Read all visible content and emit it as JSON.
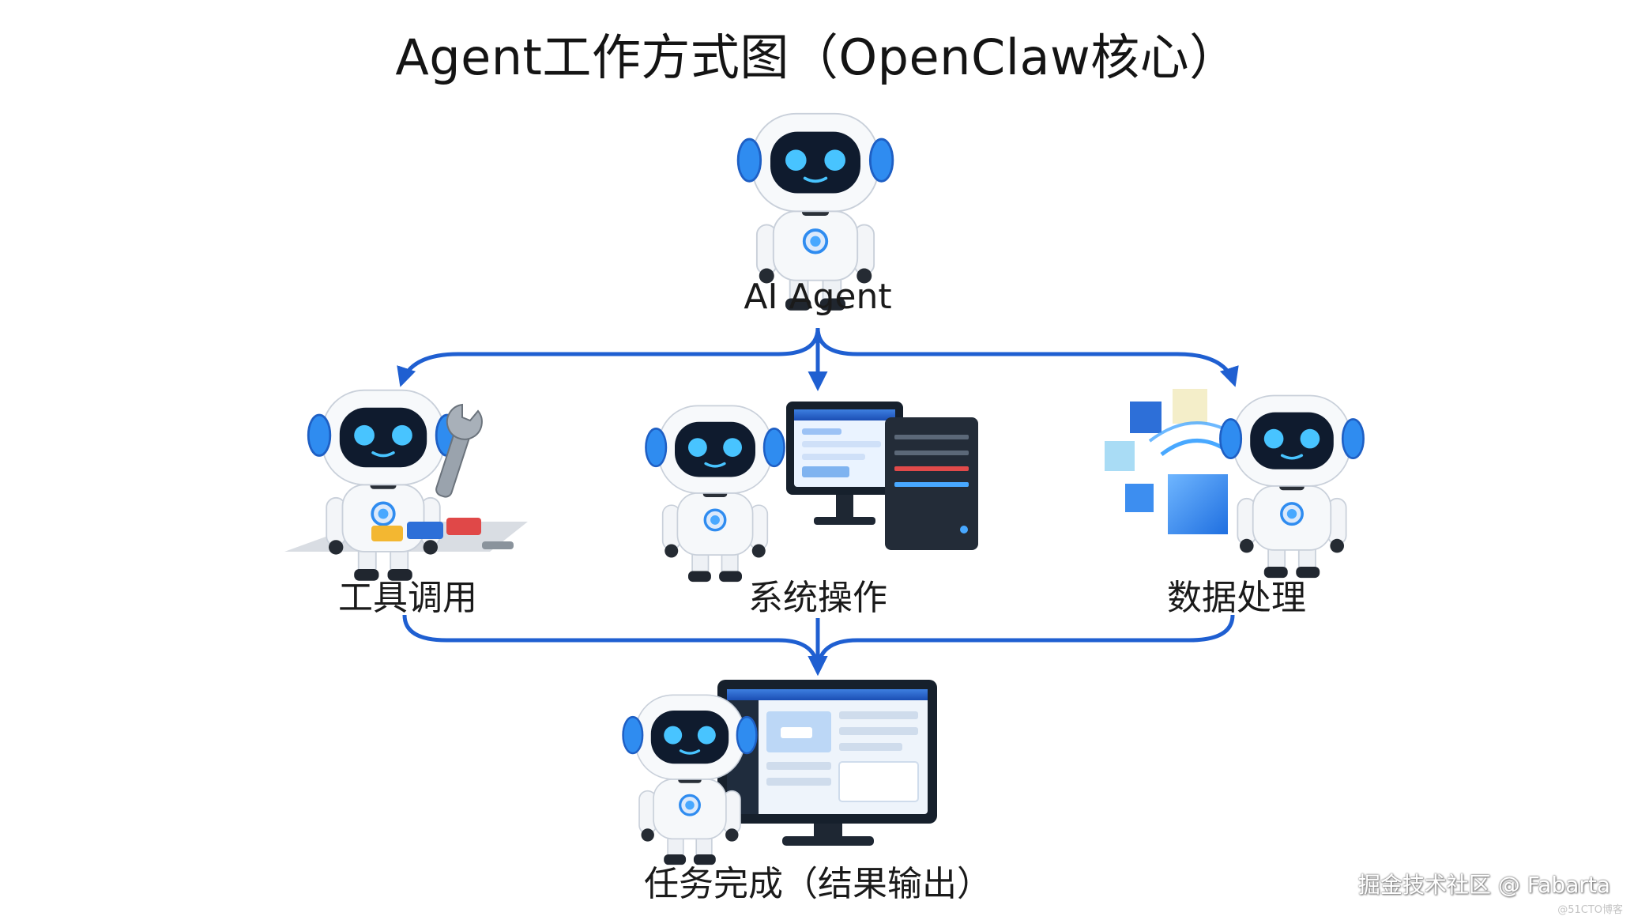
{
  "title": "Agent工作方式图（OpenClaw核心）",
  "nodes": {
    "agent": "AI Agent",
    "tool": "工具调用",
    "system": "系统操作",
    "data": "数据处理",
    "result": "任务完成（结果输出）"
  },
  "watermark": {
    "main": "掘金技术社区 @ Fabarta",
    "small": "@51CTO博客"
  },
  "colors": {
    "arrow": "#1f5fd1",
    "accent": "#2f8cf0",
    "robot_body": "#f3f5f8",
    "robot_face": "#0f1b2e"
  },
  "icons": [
    "robot-icon",
    "wrench-icon",
    "computer-icon",
    "cubes-icon",
    "monitor-icon"
  ]
}
